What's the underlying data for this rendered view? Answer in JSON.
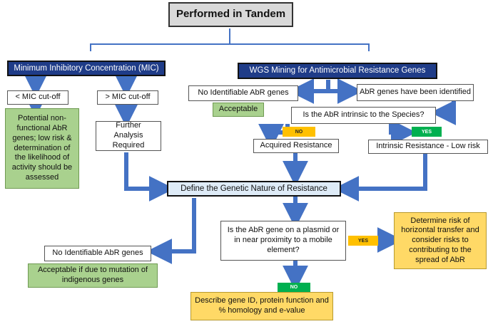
{
  "title": "Performed in Tandem",
  "mic": {
    "header": "Minimum Inhibitory Concentration (MIC)",
    "below": "< MIC cut-off",
    "below_note": "Potential non-functional AbR genes; low risk & determination of the likelihood of activity should be assessed",
    "above": "> MIC cut-off",
    "above_note": "Further Analysis Required"
  },
  "wgs": {
    "header": "WGS Mining for Antimicrobial Resistance Genes",
    "none": "No Identifiable AbR genes",
    "acceptable": "Acceptable",
    "identified": "AbR genes have been identified",
    "intrinsic_q": "Is the AbR intrinsic to the Species?",
    "no": "NO",
    "yes": "YES",
    "acquired": "Acquired Resistance",
    "intrinsic": "Intrinsic Resistance - Low risk"
  },
  "genetic": {
    "header": "Define the Genetic Nature of Resistance",
    "plasmid_q": "Is the AbR gene on a plasmid or in near proximity to a mobile element?",
    "yes": "YES",
    "no": "NO",
    "risk": "Determine risk of horizontal transfer and consider risks to contributing to the spread of AbR",
    "describe": "Describe gene ID, protein function and % homology and e-value",
    "none": "No Identifiable AbR genes",
    "acceptable_mut": "Acceptable if due to mutation of indigenous genes"
  },
  "colors": {
    "arrow": "#4472c4",
    "dark_header": "#1f3c88",
    "green_box": "#a9d18e",
    "orange_box": "#ffd966"
  }
}
